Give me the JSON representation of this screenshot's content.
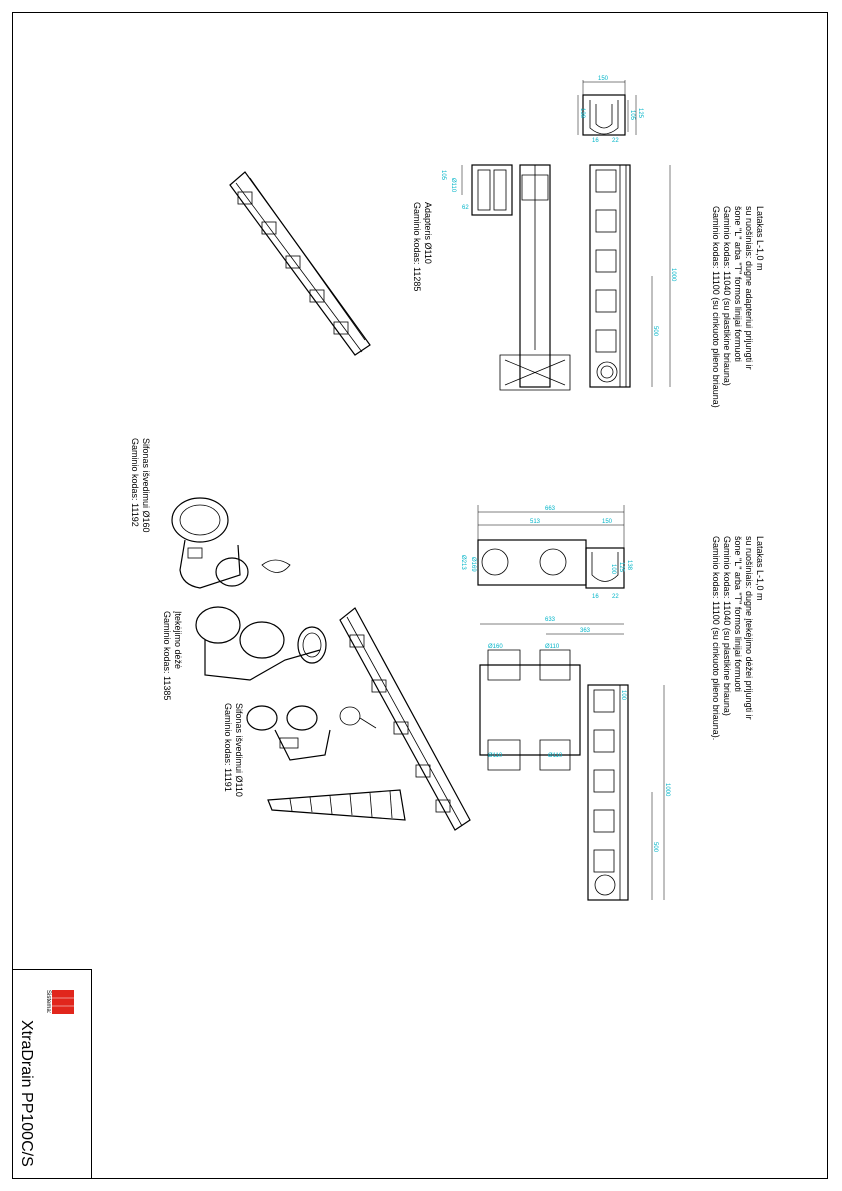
{
  "drawing": {
    "title": "XtraDrain PP100C/S",
    "sistema_label": "Sistema:",
    "logo_letters": "ACO"
  },
  "notes": [
    {
      "lines": [
        "Latakas L-1,0 m",
        "su ruošiniais: dugne adapteriui prijungti ir",
        "šone \"L\" arba \"T\" formos linijai formuoti",
        "Gaminio kodas: 11040 (su plastikine briauna)",
        "Gaminio kodas: 11100 (su cinkuoto plieno briauna)"
      ]
    },
    {
      "lines": [
        "Latakas L-1,0 m",
        "su ruošiniais: dugne įtekėjimo dėžei prijungti ir",
        "šone \"L\" arba \"T\" formos linijai formuoti",
        "Gaminio kodas: 11040 (su plastikine briauna)",
        "Gaminio kodas: 11100 (su cinkuoto plieno briauna)."
      ]
    },
    {
      "lines": [
        "Adapteris Ø110",
        "Gaminio kodas: 11285"
      ]
    },
    {
      "lines": [
        "Sifonas išvedimui Ø160",
        "Gaminio kodas: 11192"
      ]
    },
    {
      "lines": [
        "Įtekėjimo dėžė",
        "Gaminio kodas: 11385"
      ]
    },
    {
      "lines": [
        "Sifonas išvedimui Ø110",
        "Gaminio kodas: 11191"
      ]
    }
  ],
  "dimensions": {
    "top_section": [
      "150",
      "125",
      "105",
      "138",
      "16",
      "22"
    ],
    "top_adapter": [
      "105",
      "Ø110",
      "62"
    ],
    "top_length": [
      "1000",
      "500"
    ],
    "mid_section": [
      "663",
      "513",
      "150",
      "138",
      "125",
      "100",
      "Ø213",
      "Ø169",
      "16",
      "22"
    ],
    "mid_plan": [
      "633",
      "363",
      "Ø160",
      "Ø110",
      "Ø110",
      "Ø110",
      "100"
    ],
    "mid_length": [
      "1000",
      "500"
    ]
  }
}
